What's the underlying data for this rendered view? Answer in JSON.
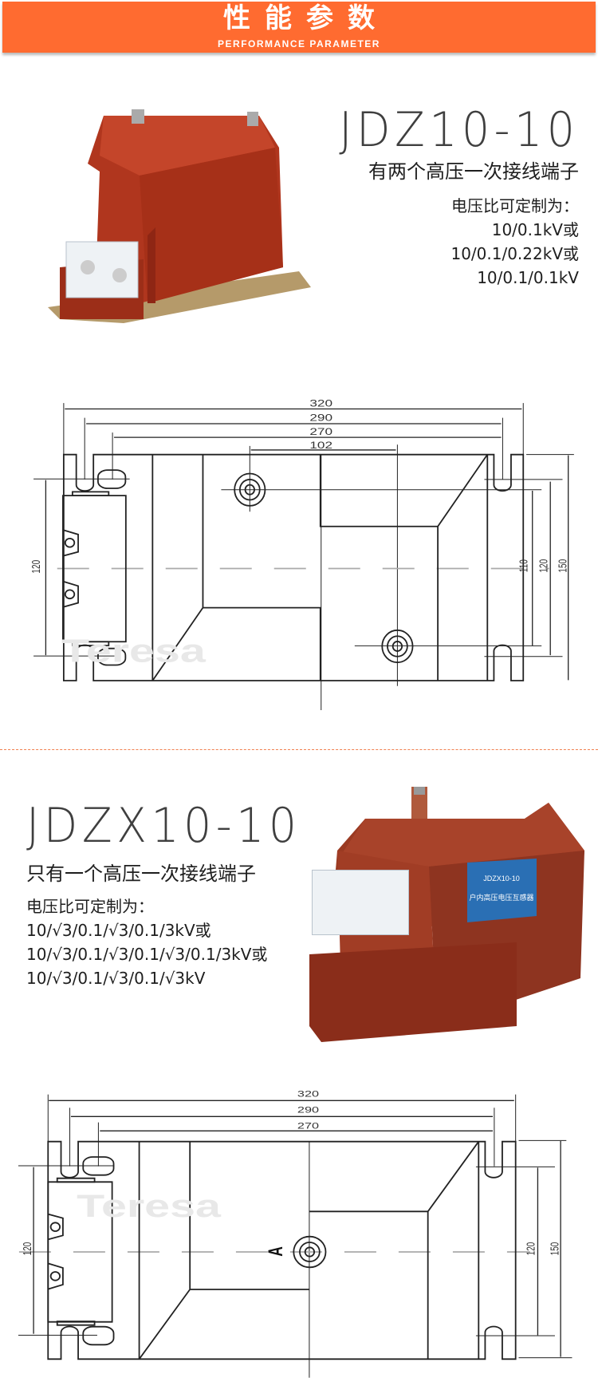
{
  "header": {
    "title": "性能参数",
    "subtitle": "PERFORMANCE PARAMETER",
    "color": "#FF6B30"
  },
  "section1": {
    "model": "JDZ10-10",
    "description": "有两个高压一次接线端子",
    "ratio_label": "电压比可定制为：",
    "ratios": [
      "10/0.1kV或",
      "10/0.1/0.22kV或",
      "10/0.1/0.1kV"
    ],
    "drawing": {
      "dims_horizontal": [
        "320",
        "290",
        "270",
        "102"
      ],
      "dims_vertical": [
        "120",
        "110",
        "120",
        "150"
      ],
      "watermark": "Teresa"
    }
  },
  "section2": {
    "model": "JDZX10-10",
    "description": "只有一个高压一次接线端子",
    "ratio_label": "电压比可定制为：",
    "ratios": [
      "10/√3/0.1/√3/0.1/3kV或",
      "10/√3/0.1/√3/0.1/√3/0.1/3kV或",
      "10/√3/0.1/√3/0.1/√3kV"
    ],
    "nameplate": {
      "line1": "JDZX10-10",
      "line2": "户内高压电压互感器"
    },
    "drawing": {
      "dims_horizontal": [
        "320",
        "290",
        "270"
      ],
      "dims_vertical": [
        "120",
        "120",
        "150"
      ],
      "terminal_label": "A",
      "watermark": "Teresa"
    }
  },
  "colors": {
    "product_body": "#B0361E",
    "product_body2": "#8E3420",
    "nameplate": "#2A6FB4"
  }
}
